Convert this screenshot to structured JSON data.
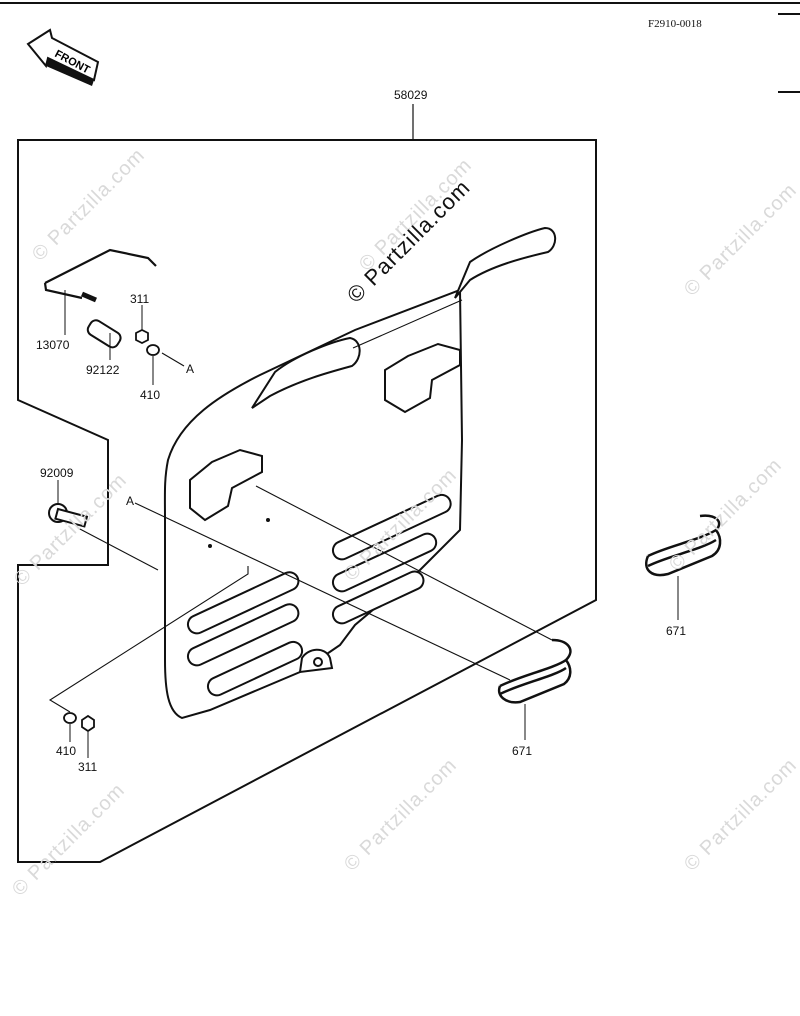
{
  "figure_code": "F2910-0018",
  "front_label": "FRONT",
  "watermark": "© Partzilla.com",
  "parts": {
    "p58029": "58029",
    "p13070": "13070",
    "p92122": "92122",
    "p311a": "311",
    "p410a": "410",
    "refA1": "A",
    "p92009": "92009",
    "refA2": "A",
    "p410b": "410",
    "p311b": "311",
    "p671a": "671",
    "p671b": "671"
  }
}
